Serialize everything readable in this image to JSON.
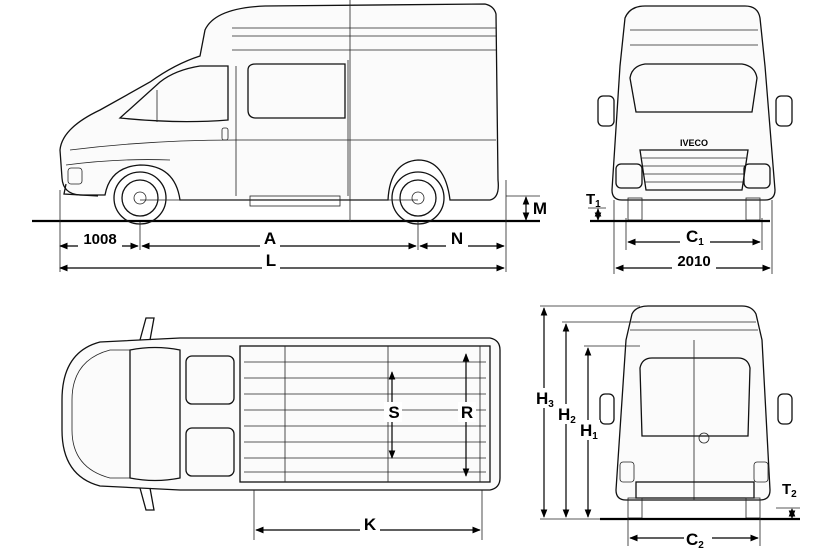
{
  "dimensions": {
    "front_overhang": "1008",
    "wheelbase": "A",
    "rear_overhang": "N",
    "overall_length": "L",
    "ground_clearance": "M",
    "front_track": "C",
    "front_track_sub": "1",
    "overall_width": "2010",
    "front_height_offset": "T",
    "front_height_offset_sub": "1",
    "load_length": "K",
    "load_width": "S",
    "load_width_rear": "R",
    "overall_height": "H",
    "overall_height_sub": "3",
    "roof_height": "H",
    "roof_height_sub": "2",
    "body_height": "H",
    "body_height_sub": "1",
    "rear_height_offset": "T",
    "rear_height_offset_sub": "2",
    "rear_track": "C",
    "rear_track_sub": "2"
  },
  "badge": "IVECO"
}
